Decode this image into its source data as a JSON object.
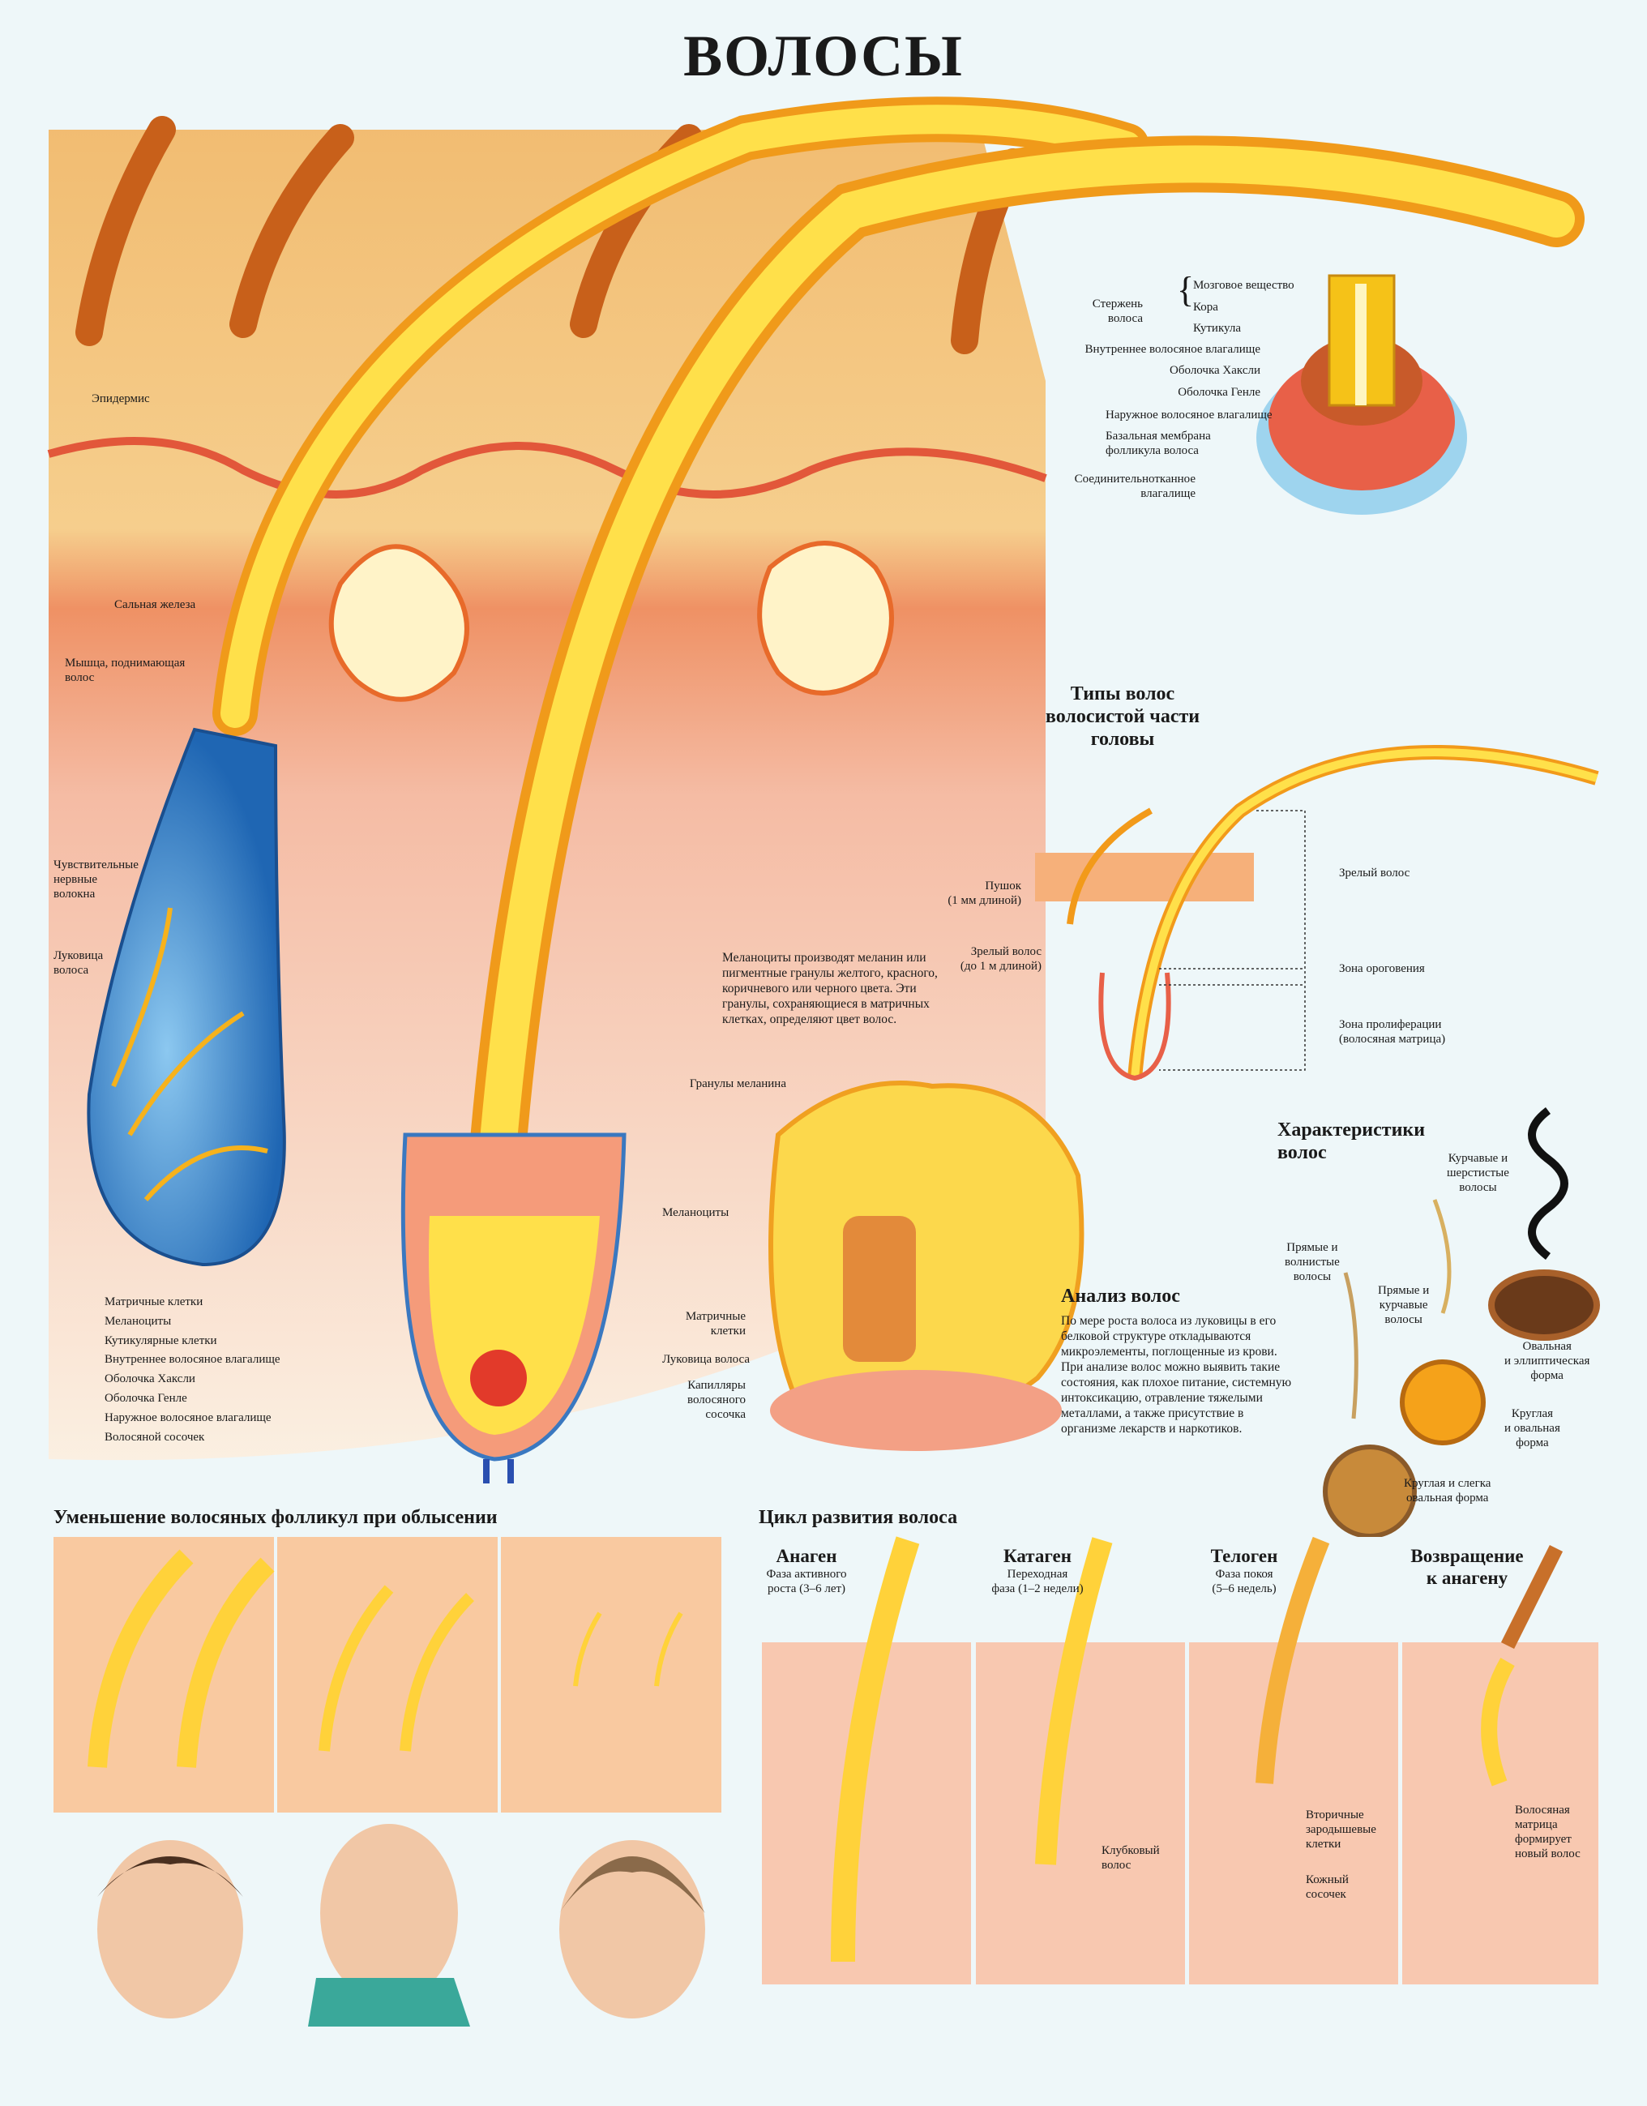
{
  "title": "ВОЛОСЫ",
  "main_section": {
    "left_labels": {
      "epidermis": "Эпидермис",
      "sebaceous_gland": "Сальная железа",
      "arrector_muscle": "Мышца, поднимающая\nволос",
      "nerve_fibers": "Чувствительные\nнервные\nволокна",
      "hair_bulb": "Луковица\nволоса"
    },
    "bulb_layers": [
      "Матричные клетки",
      "Меланоциты",
      "Кутикулярные клетки",
      "Внутреннее волосяное влагалище",
      "Оболочка Хаксли",
      "Оболочка Генле",
      "Наружное волосяное влагалище",
      "Волосяной сосочек"
    ],
    "bulb_right_labels": {
      "bracket_label": "Луковица волоса",
      "melanin_granules": "Гранулы меланина",
      "melanocytes": "Меланоциты",
      "matrix_cells": "Матричные\nклетки",
      "capillaries": "Капилляры\nволосяного\nсосочка"
    },
    "melanocyte_note": "Меланоциты производят меланин или пигментные гранулы желтого, красного, коричневого или черного цвета. Эти гранулы, сохраняющиеся в матричных клетках, определяют цвет волос."
  },
  "cross_section": {
    "shaft": "Стержень\nволоса",
    "shaft_parts": [
      "Мозговое вещество",
      "Кора",
      "Кутикула"
    ],
    "layers": [
      "Внутреннее волосяное влагалище",
      "Оболочка Хаксли",
      "Оболочка Генле",
      "Наружное волосяное влагалище",
      "Базальная мембрана\nфолликула волоса",
      "Соединительнотканное\nвлагалище"
    ]
  },
  "hair_types": {
    "heading": "Типы волос\nволосистой части\nголовы",
    "vellus": "Пушок\n(1 мм длиной)",
    "terminal_left": "Зрелый волос\n(до 1 м длиной)",
    "terminal_right": "Зрелый волос",
    "keratinization_zone": "Зона ороговения",
    "proliferation_zone": "Зона пролиферации\n(волосяная матрица)"
  },
  "characteristics": {
    "heading": "Характеристики\nволос",
    "items": [
      {
        "label": "Курчавые и\nшерстистые\nволосы"
      },
      {
        "label": "Прямые и\nволнистые\nволосы"
      },
      {
        "label": "Прямые и\nкурчавые\nволосы"
      },
      {
        "label": "Овальная\nи эллиптическая\nформа"
      },
      {
        "label": "Круглая\nи овальная\nформа"
      },
      {
        "label": "Круглая и слегка\nовальная форма"
      }
    ]
  },
  "analysis": {
    "heading": "Анализ волос",
    "text": "По мере роста волоса из луковицы в его белковой структуре откладываются микроэлементы, поглощенные из крови. При анализе волос можно выявить такие состояния, как плохое питание, системную интоксикацию, отравление тяжелыми металлами, а также присутствие в организме лекарств и наркотиков."
  },
  "baldness": {
    "heading": "Уменьшение волосяных фолликул при облысении"
  },
  "cycle": {
    "heading": "Цикл развития волоса",
    "stages": [
      {
        "name": "Анаген",
        "desc": "Фаза активного\nроста (3–6 лет)"
      },
      {
        "name": "Катаген",
        "desc": "Переходная\nфаза (1–2 недели)"
      },
      {
        "name": "Телоген",
        "desc": "Фаза покоя\n(5–6 недель)"
      },
      {
        "name": "Возвращение\nк анагену",
        "desc": ""
      }
    ],
    "labels": {
      "club_hair": "Клубковый\nволос",
      "secondary_germ": "Вторичные\nзародышевые\nклетки",
      "dermal_papilla": "Кожный\nсосочек",
      "new_matrix": "Волосяная\nматрица\nформирует\nновый волос"
    }
  },
  "colors": {
    "hair": "#f6c21c",
    "skin": "#f3a04e",
    "dermis": "#f6c9a0",
    "bulb": "#3b8fd6",
    "background": "#eef7f9"
  }
}
